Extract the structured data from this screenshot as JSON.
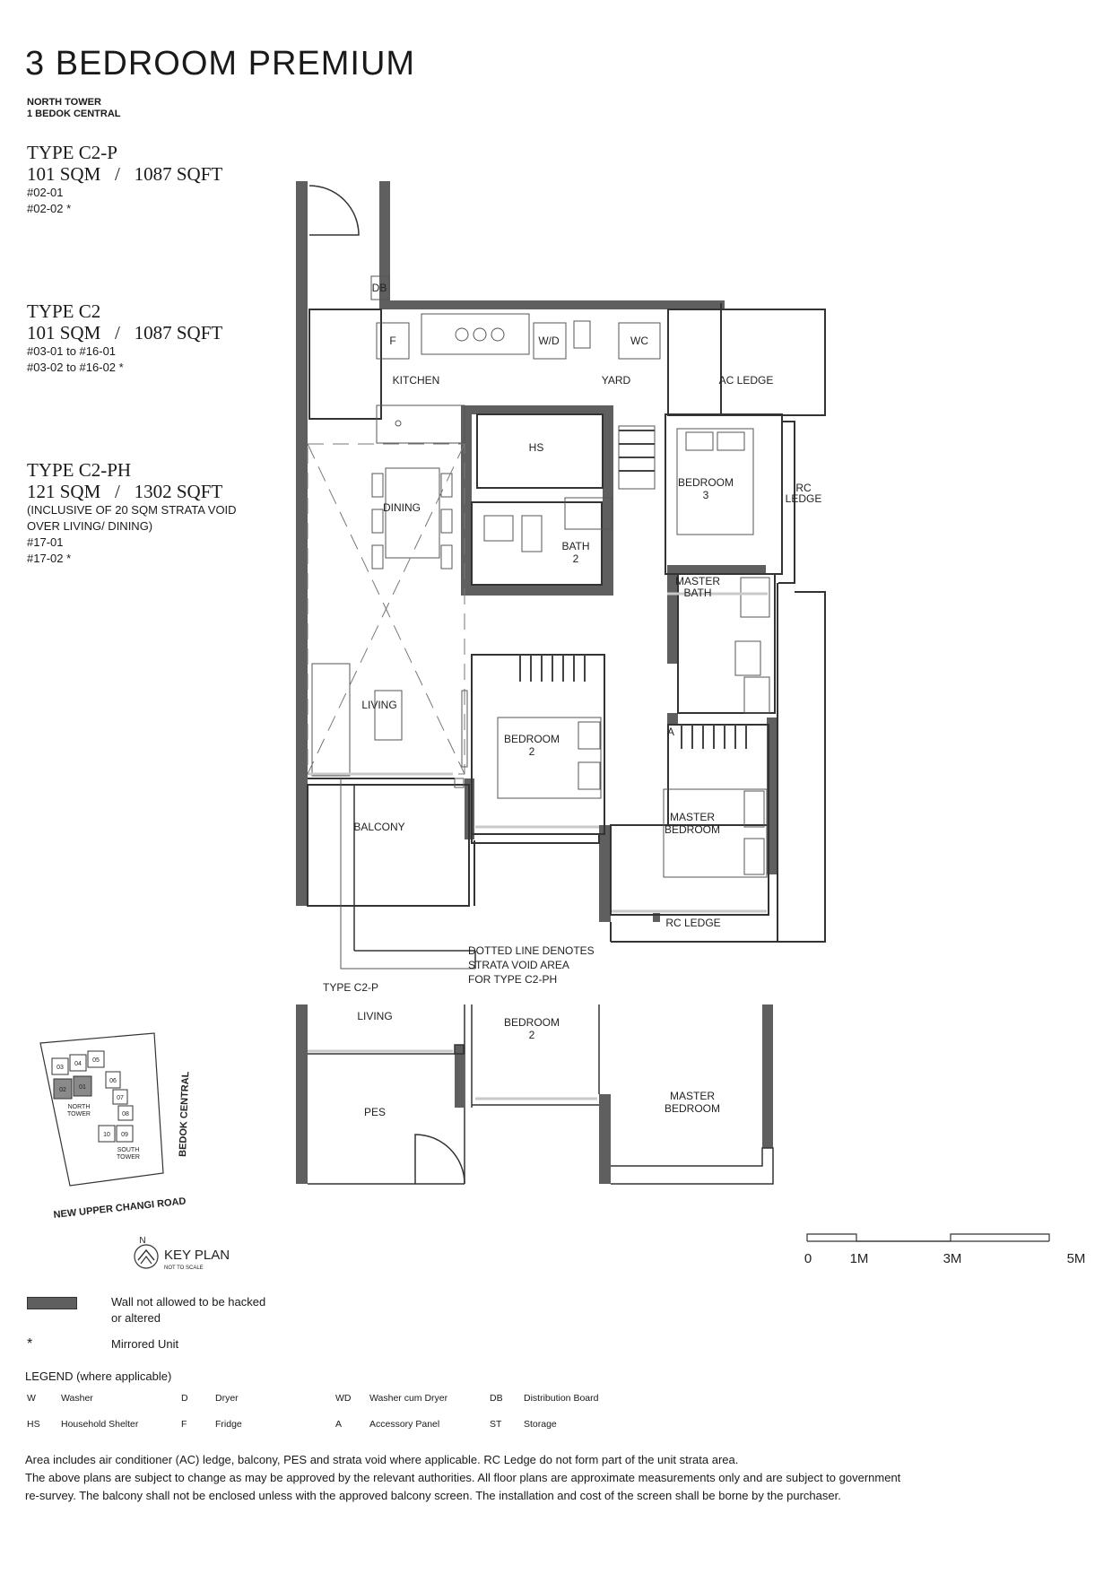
{
  "header": {
    "title": "3 BEDROOM PREMIUM",
    "tower": "NORTH TOWER",
    "address": "1 BEDOK CENTRAL"
  },
  "unit_types": [
    {
      "name": "TYPE C2-P",
      "area": "101 SQM   /   1087 SQFT",
      "units": [
        "#02-01",
        "#02-02 *"
      ]
    },
    {
      "name": "TYPE C2",
      "area": "101 SQM   /   1087 SQFT",
      "units": [
        "#03-01 to #16-01",
        "#03-02 to #16-02 *"
      ]
    },
    {
      "name": "TYPE C2-PH",
      "area": "121 SQM   /   1302 SQFT",
      "units": [
        "(INCLUSIVE OF 20 SQM STRATA VOID",
        "OVER LIVING/ DINING)",
        "#17-01",
        "#17-02 *"
      ]
    }
  ],
  "plan": {
    "db": "DB",
    "fridge": "F",
    "wd": "W/D",
    "wc": "WC",
    "kitchen": "KITCHEN",
    "yard": "YARD",
    "ac_ledge": "AC LEDGE",
    "hs": "HS",
    "dining": "DINING",
    "bedroom3": [
      "BEDROOM",
      "3"
    ],
    "rc_ledge_side": [
      "RC",
      "LEDGE"
    ],
    "bath2": [
      "BATH",
      "2"
    ],
    "master_bath": [
      "MASTER",
      "BATH"
    ],
    "living": "LIVING",
    "bedroom2": [
      "BEDROOM",
      "2"
    ],
    "accessory": "A",
    "master_bedroom": [
      "MASTER",
      "BEDROOM"
    ],
    "balcony": "BALCONY",
    "rc_ledge": "RC LEDGE",
    "void_note": [
      "DOTTED LINE DENOTES",
      "STRATA VOID AREA",
      "FOR TYPE C2-PH"
    ]
  },
  "inset": {
    "label": "TYPE C2-P",
    "living": "LIVING",
    "bedroom2": [
      "BEDROOM",
      "2"
    ],
    "pes": "PES",
    "master_bedroom": [
      "MASTER",
      "BEDROOM"
    ]
  },
  "key_plan": {
    "road_east": "BEDOK CENTRAL",
    "road_south": "NEW UPPER CHANGI ROAD",
    "north": "N",
    "label": "KEY PLAN",
    "note": "NOT TO SCALE",
    "blocks": [
      "03",
      "04",
      "05",
      "02",
      "01",
      "06",
      "07",
      "08",
      "10",
      "09"
    ],
    "north_tower": [
      "NORTH",
      "TOWER"
    ],
    "south_tower": [
      "SOUTH",
      "TOWER"
    ]
  },
  "scale": {
    "ticks": [
      "0",
      "1M",
      "3M",
      "5M"
    ]
  },
  "legend": {
    "wall": [
      "Wall not allowed to be hacked",
      "or altered"
    ],
    "mirror_symbol": "*",
    "mirror": "Mirrored Unit",
    "title": "LEGEND (where applicable)",
    "rows": [
      [
        {
          "k": "W",
          "v": "Washer"
        },
        {
          "k": "D",
          "v": "Dryer"
        },
        {
          "k": "WD",
          "v": "Washer cum Dryer"
        },
        {
          "k": "DB",
          "v": "Distribution Board"
        }
      ],
      [
        {
          "k": "HS",
          "v": "Household Shelter"
        },
        {
          "k": "F",
          "v": "Fridge"
        },
        {
          "k": "A",
          "v": "Accessory Panel"
        },
        {
          "k": "ST",
          "v": "Storage"
        }
      ]
    ]
  },
  "notes": [
    "Area includes air conditioner (AC) ledge, balcony, PES and strata void where applicable.  RC Ledge do not form part of the unit strata area.",
    "The above plans are subject to change as may be approved by the relevant authorities. All floor plans are approximate measurements only and are subject to government",
    "re-survey. The balcony shall not be enclosed unless with the approved balcony screen. The installation and cost of the screen shall be borne by the purchaser."
  ],
  "colors": {
    "wall": "#5f5f5f",
    "line": "#333333"
  }
}
